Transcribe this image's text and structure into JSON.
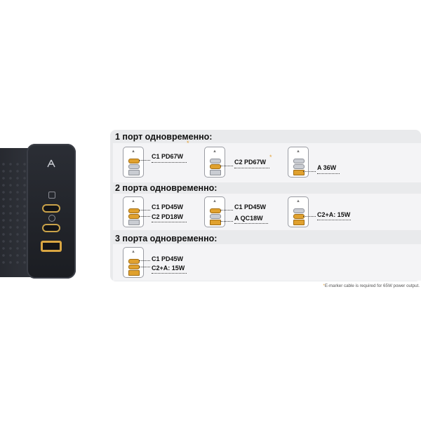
{
  "sections": [
    {
      "title": "1 порт одновременно:"
    },
    {
      "title": "2 порта одновременно:"
    },
    {
      "title": "3 порта одновременно:"
    }
  ],
  "groups": {
    "s1g1": {
      "lines": [
        "C1 PD67W"
      ],
      "star": "*"
    },
    "s1g2": {
      "lines": [
        "C2 PD67W"
      ],
      "star": "*"
    },
    "s1g3": {
      "lines": [
        "A 36W"
      ]
    },
    "s2g1": {
      "lines": [
        "C1 PD45W",
        "C2 PD18W"
      ]
    },
    "s2g2": {
      "lines": [
        "C1 PD45W",
        "A QC18W"
      ]
    },
    "s2g3": {
      "lines": [
        "C2+A: 15W"
      ]
    },
    "s3g1": {
      "lines": [
        "C1 PD45W",
        "C2+A: 15W"
      ]
    }
  },
  "footnote": {
    "star": "*",
    "text": "E-marker cable is required for 65W power output."
  },
  "colors": {
    "active_port": "#e0a12e",
    "panel": "#e9eaec",
    "accent_star": "#e2a23a"
  },
  "icons": {
    "brand": "accesstyle-logo-icon"
  }
}
